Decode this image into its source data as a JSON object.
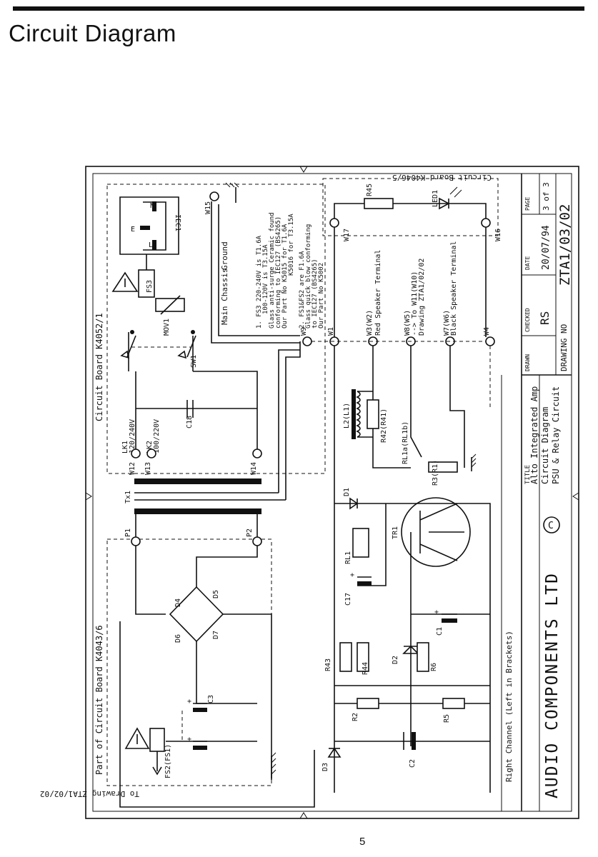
{
  "page": {
    "heading": "Circuit Diagram",
    "page_number": "5"
  },
  "boards": {
    "psu": "Circuit Board K4052/1",
    "rectifier": "Part of Circuit Board K4043/6",
    "led": "Circuit Board K4046/5"
  },
  "notes": {
    "line1": "1. FS3 220-240V is T1.6A",
    "line2": "100-120V is T3.15A",
    "line3": "Glass anti-surge Ceramic found",
    "line4": "conforming to IEC127 (BS4265)",
    "line5": "Our Part No K5015 for T1.6A",
    "line6": "K5016 for T3.15A",
    "line7": "2. FS1&FS2 are F1.6A",
    "line8": "Glass quick blow conforming",
    "line9": "to IEC127 (BS4265)",
    "line10": "Our Part No K5002"
  },
  "labels": {
    "main_chassis": "Main Chassis",
    "ground": "Ground",
    "red_terminal": "Red Speaker Terminal",
    "black_terminal": "Black Speaker Terminal",
    "to_drawing_ref": "--> To W11(W10)",
    "to_drawing_ref2": "Drawing ZTA1/02/02",
    "to_drawing_bottom": "To Drawing ZTA1/02/02",
    "right_channel": "Right Channel (Left in Brackets)",
    "lk1": "LK1",
    "lk1_v": "120/240V",
    "lk2": "LK2",
    "lk2_v": "100/220V"
  },
  "components": {
    "fs3": "FS3",
    "mov1": "MOV1",
    "sw1": "SW1",
    "iec1": "IEC1",
    "e": "E",
    "l": "L",
    "n": "N",
    "c18": "C18",
    "tx1": "Tx1",
    "w12": "W12",
    "w13": "W13",
    "w14": "W14",
    "w15": "W15",
    "w17": "W17",
    "w16": "W16",
    "w9a": "W9",
    "w1": "W1",
    "w3": "W3(W2)",
    "w8": "W8(W5)",
    "w7": "W7(W6)",
    "w4": "W4",
    "p1": "P1",
    "p2": "P2",
    "r45": "R45",
    "led1": "LED1",
    "l2": "L2(L1)",
    "r42": "R42(R41)",
    "rl1a": "RL1a(RL1b)",
    "r3": "R3(R1)",
    "d1": "D1",
    "rl1": "RL1",
    "tr1": "TR1",
    "c17": "C17",
    "c1": "C1",
    "d2": "D2",
    "r6": "R6",
    "r43": "R43",
    "r44": "R44",
    "r2": "R2",
    "r5": "R5",
    "c2": "C2",
    "d3": "D3",
    "d4": "D4",
    "d5": "D5",
    "d6": "D6",
    "d7": "D7",
    "c3": "C3",
    "fs2": "FS2(FS1)"
  },
  "title_block": {
    "title_label": "TITLE",
    "title_1": "Alto Integrated Amp",
    "title_2": "Circuit Diagram",
    "title_3": "PSU & Relay Circuit",
    "drawn_label": "DRAWN",
    "checked_label": "CHECKED",
    "checked_value": "RS",
    "date_label": "DATE",
    "date_value": "20/07/94",
    "page_label": "PAGE",
    "page_value": "3 of 3",
    "drawing_no_label": "DRAWING NO",
    "drawing_no_value": "ZTA1/03/02",
    "company": "AUDIO COMPONENTS LTD",
    "copyright": "C"
  }
}
